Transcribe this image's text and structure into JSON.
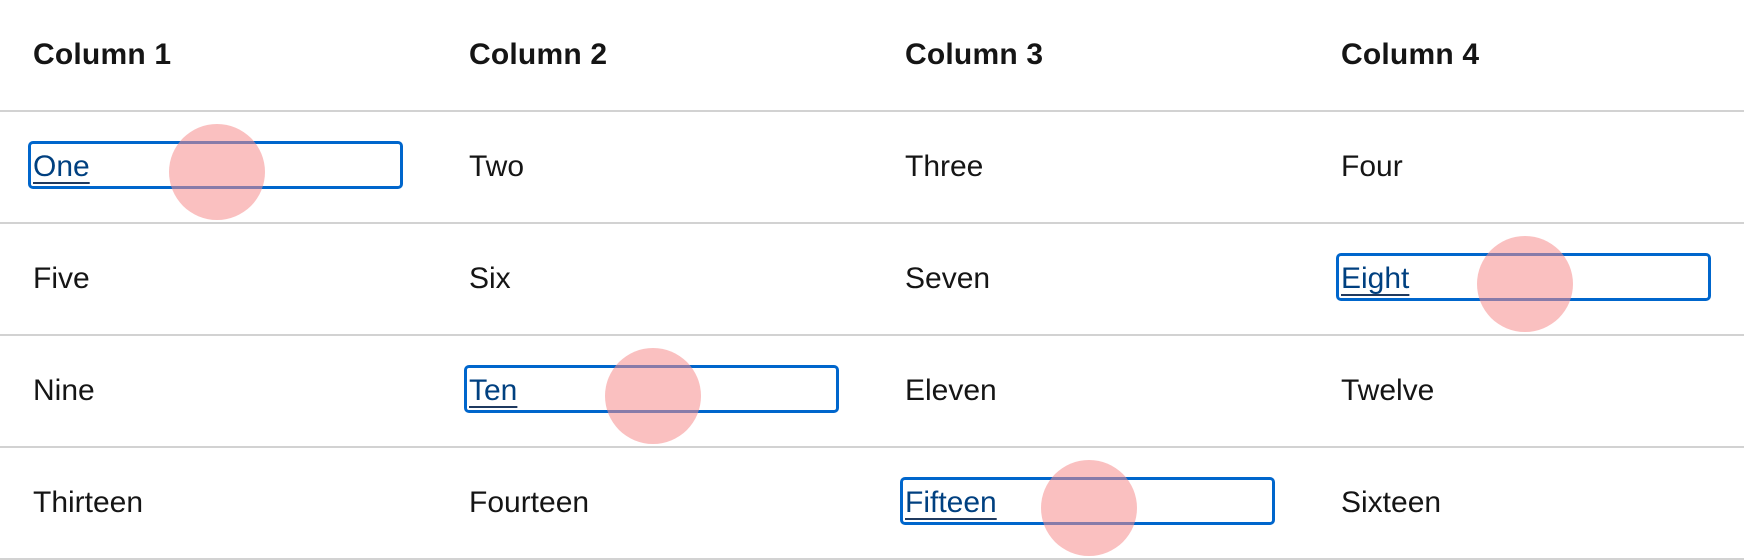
{
  "columns": [
    "Column 1",
    "Column 2",
    "Column 3",
    "Column 4"
  ],
  "rows": [
    [
      "One",
      "Two",
      "Three",
      "Four"
    ],
    [
      "Five",
      "Six",
      "Seven",
      "Eight"
    ],
    [
      "Nine",
      "Ten",
      "Eleven",
      "Twelve"
    ],
    [
      "Thirteen",
      "Fourteen",
      "Fifteen",
      "Sixteen"
    ]
  ],
  "colors": {
    "focus_border": "#0066cc",
    "link_text": "#004080",
    "touch_indicator": "#f58c8c",
    "divider": "#d2d2d2"
  }
}
